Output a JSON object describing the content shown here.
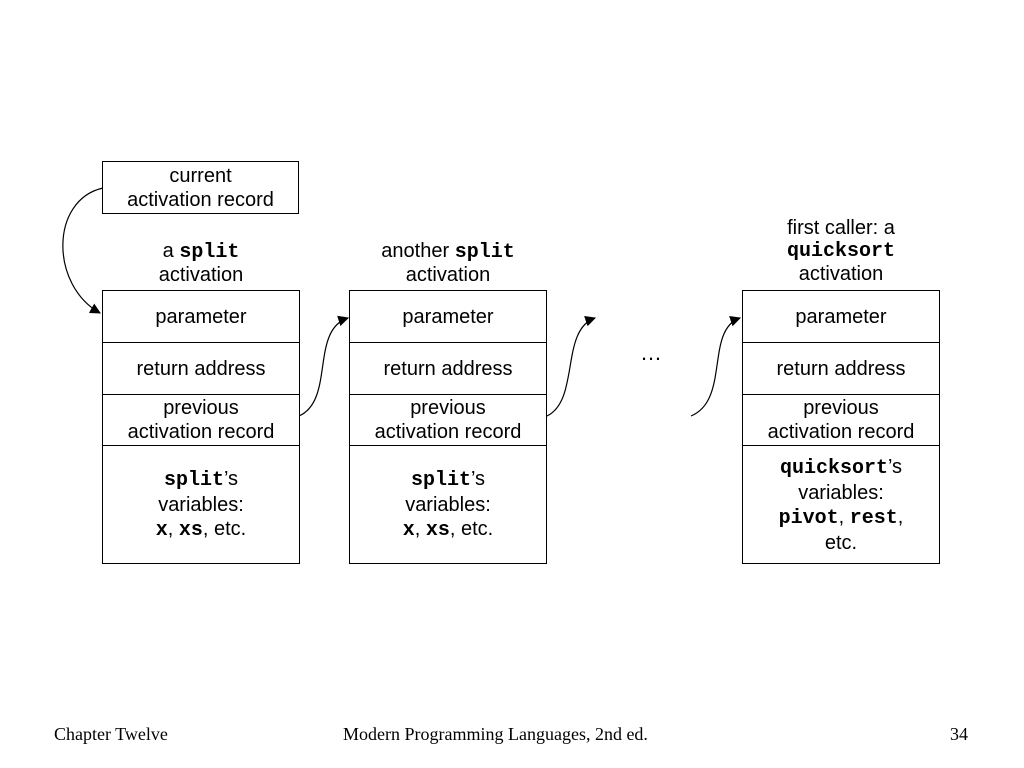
{
  "current_label": {
    "line1": "current",
    "line2": "activation record"
  },
  "dots": "…",
  "records": [
    {
      "header_prefix": "a ",
      "header_code": "split",
      "header_line2": "activation",
      "parameter": "parameter",
      "return_address": "return address",
      "previous_line1": "previous",
      "previous_line2": "activation record",
      "vars_code": "split",
      "vars_suffix": "’s",
      "vars_line2": "variables:",
      "var_a": "x",
      "sep": ", ",
      "var_b": "xs",
      "vars_tail": ", etc."
    },
    {
      "header_prefix": "another ",
      "header_code": "split",
      "header_line2": "activation",
      "parameter": "parameter",
      "return_address": "return address",
      "previous_line1": "previous",
      "previous_line2": "activation record",
      "vars_code": "split",
      "vars_suffix": "’s",
      "vars_line2": "variables:",
      "var_a": "x",
      "sep": ", ",
      "var_b": "xs",
      "vars_tail": ", etc."
    },
    {
      "header_line1": "first caller: a",
      "header_code": "quicksort",
      "header_line3": "activation",
      "parameter": "parameter",
      "return_address": "return address",
      "previous_line1": "previous",
      "previous_line2": "activation record",
      "vars_code": "quicksort",
      "vars_suffix": "’s",
      "vars_line2": "variables:",
      "var_a": "pivot",
      "sep": ", ",
      "var_b": "rest",
      "sep2": ",",
      "vars_tail": "etc."
    }
  ],
  "footer": {
    "left": "Chapter Twelve",
    "center": "Modern Programming Languages, 2nd ed.",
    "right": "34"
  }
}
